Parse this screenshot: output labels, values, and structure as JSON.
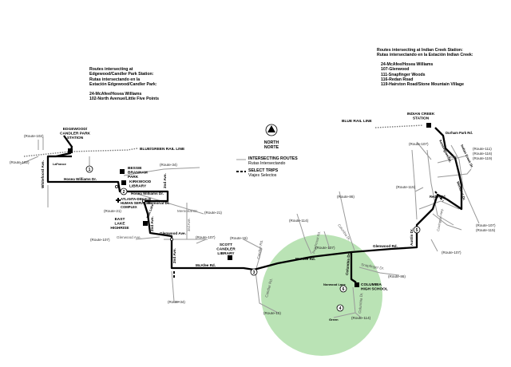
{
  "notes": {
    "left": {
      "heading": [
        "Routes intersecting at",
        "Edgewood/Candler Park Station:",
        "Rutas intersectando en la",
        "Estación Edgewood/Candler Park:"
      ],
      "routes": [
        "24-McAfee/Hosea Williams",
        "102-North Avenue/Little Five Points"
      ]
    },
    "right": {
      "heading": [
        "Routes intersecting at Indian Creek Station:",
        "Rutas intersectando en la Estación Indian Creek:"
      ],
      "routes": [
        "24-McAfee/Hosea Williams",
        "107-Glenwood",
        "111-Snapfinger Woods",
        "116-Redan Road",
        "119-Hairston Road/Stone Mountain Village"
      ]
    }
  },
  "legend": {
    "north": "NORTH",
    "norte": "NORTE",
    "intersecting": "INTERSECTING ROUTES",
    "intersecting_es": "Rutas Intersectando",
    "select": "SELECT TRIPS",
    "select_es": "Viajes Selectos"
  },
  "stations": {
    "edgewood": [
      "EDGEWOOD/",
      "CANDLER PARK",
      "STATION"
    ],
    "indian_creek": [
      "INDIAN CREEK",
      "STATION"
    ]
  },
  "rail": {
    "blue_green": "BLUE/GREEN RAIL LINE",
    "blue": "BLUE RAIL LINE"
  },
  "landmarks": {
    "bessie": [
      "BESSIE",
      "BRANHAM",
      "PARK"
    ],
    "kirkwood": [
      "KIRKWOOD",
      "LIBRARY"
    ],
    "atlanta_dekalb": [
      "ATLANTA-DEKALB",
      "HUMAN SERVICES",
      "COMPLEX"
    ],
    "east_lake": [
      "EAST",
      "LAKE",
      "HIGHRISE"
    ],
    "scott": [
      "SCOTT",
      "CANDLER",
      "LIBRARY"
    ],
    "columbia": [
      "COLUMBIA",
      "HIGH SCHOOL"
    ]
  },
  "streets": {
    "la_france": "LaFrance",
    "whitefoord": "Whitefoord Ave.",
    "hosea_1": "Hosea Williams Dr.",
    "hosea_2": "Hosea Williams Dr.",
    "memorial": "Memorial Dr.",
    "memorial_2": "Memorial Dr.",
    "second_ave": "2nd Ave.",
    "second_ave_2": "2nd Ave.",
    "second_ave_3": "2nd Ave.",
    "third_ave": "3rd Ave.",
    "glenwood": "Glenwood Ave.",
    "glenwood_2": "Glenwood Ave.",
    "mcafee": "McAfee Rd.",
    "mcafee_2": "McAfee Rd.",
    "candler": "Candler Rd.",
    "candler_2": "Candler Rd.",
    "columbia": "Columbia Dr.",
    "columbia_2": "Columbia Dr.",
    "glenwood_rd": "Glenwood Rd.",
    "snapfinger": "Snapfinger Dr.",
    "austin": "Austin Dr.",
    "redan": "Redan Rd.",
    "durham": "Durham Park Rd.",
    "indian_creek": "Indian Creek Dr.",
    "kensington": "Kensington Rd.",
    "memorial_3": "Memorial Dr.",
    "redan_2": "Redan",
    "covington": "Covington Hwy.",
    "peachcrest": "Peachcrest Rd.",
    "columbia_3": "Columbia Dr.",
    "norwood": "Norwood Lane",
    "green": "Green",
    "east_lake_lbl": "East Lake"
  },
  "route_labels": {
    "r102": "(Route-102)",
    "r102b": "(Route-102)",
    "r34": "(Route-34)",
    "r21": "(Route-21)",
    "r21b": "(Route-21)",
    "r107": "(Route-107)",
    "r107b": "(Route-107)",
    "r15": "(Route-15)",
    "r34b": "(Route-34)",
    "r15b": "(Route-15)",
    "r114": "(Route-114)",
    "r86": "(Route-86)",
    "r107c": "(Route-107)",
    "r86b": "(Route-86)",
    "r114b": "(Route-114)",
    "r107d": "(Route-107)",
    "r107e": "(Route-107)",
    "r111": "(Route-111)",
    "r116": "(Route-116)",
    "r119": "(Route-119)",
    "r115": "(Route-115)",
    "r107f": "(Route-107)",
    "r115b": "(Route-115)"
  },
  "markers": [
    "1",
    "2",
    "3",
    "4",
    "5",
    "6"
  ],
  "colors": {
    "highlight": "#b3e0ad",
    "route": "#000000",
    "road": "#9a9a9a"
  }
}
